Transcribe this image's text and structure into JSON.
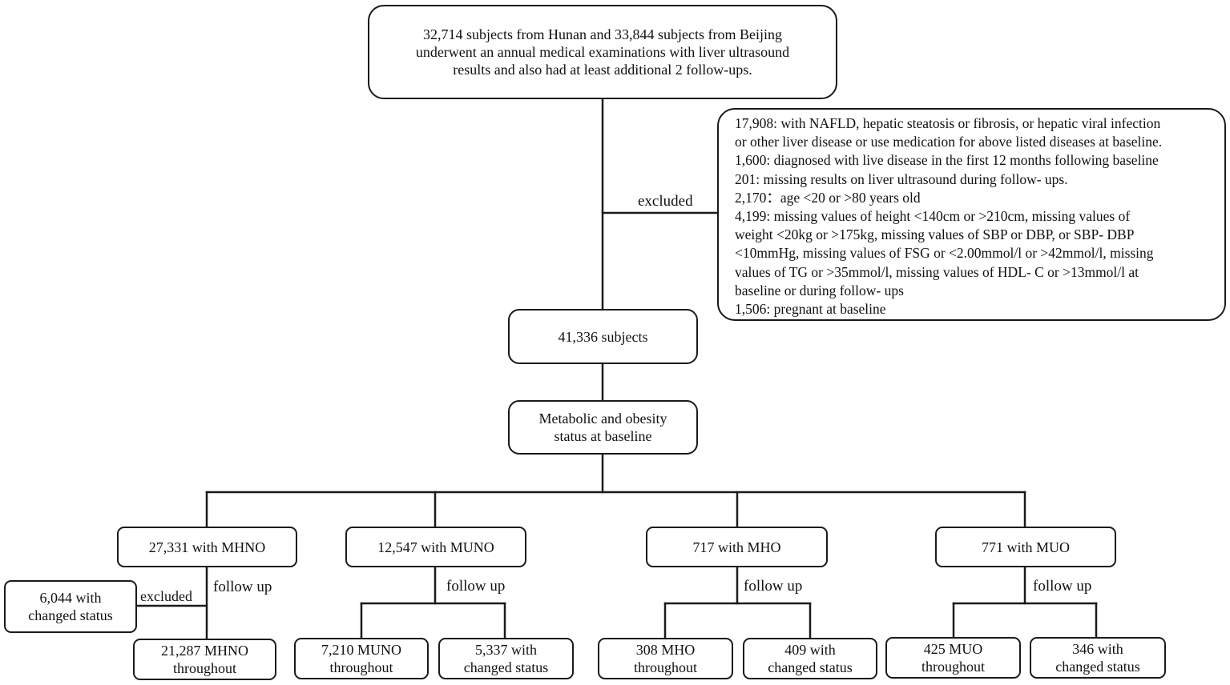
{
  "top_box": {
    "lines": [
      "32,714 subjects from Hunan and 33,844 subjects from Beijing",
      "underwent an annual medical examinations with liver ultrasound",
      "results and also had  at least additional 2 follow-ups."
    ]
  },
  "exclusion": {
    "label": "excluded",
    "lines": [
      "17,908: with NAFLD, hepatic steatosis or fibrosis, or hepatic viral infection",
      "or other liver disease or use medication for above listed diseases at baseline.",
      "1,600: diagnosed with live disease in the first 12 months following baseline",
      "201: missing results on liver ultrasound during follow- ups.",
      "2,170：age <20 or >80 years old",
      "4,199: missing values of height <140cm or >210cm, missing values of",
      "weight <20kg or >175kg, missing values of SBP or DBP, or SBP- DBP",
      "<10mmHg, missing values of FSG or <2.00mmol/l or >42mmol/l, missing",
      "values of TG or >35mmol/l, missing values of HDL- C or >13mmol/l at",
      "baseline or during follow- ups",
      "1,506: pregnant at baseline"
    ]
  },
  "subjects_box": {
    "text": "41,336 subjects"
  },
  "status_box": {
    "lines": [
      "Metabolic and obesity",
      "status at baseline"
    ]
  },
  "groups": {
    "mhno": {
      "title": "27,331 with MHNO",
      "follow_label": "follow up",
      "excluded_label": "excluded",
      "changed_lines": [
        "6,044 with",
        "changed status"
      ],
      "throughout_lines": [
        "21,287 MHNO",
        "throughout"
      ]
    },
    "muno": {
      "title": "12,547 with MUNO",
      "follow_label": "follow up",
      "throughout_lines": [
        "7,210 MUNO",
        "throughout"
      ],
      "changed_lines": [
        "5,337 with",
        "changed status"
      ]
    },
    "mho": {
      "title": "717 with MHO",
      "follow_label": "follow up",
      "throughout_lines": [
        "308 MHO",
        "throughout"
      ],
      "changed_lines": [
        "409 with",
        "changed status"
      ]
    },
    "muo": {
      "title": "771 with MUO",
      "follow_label": "follow up",
      "throughout_lines": [
        "425 MUO",
        "throughout"
      ],
      "changed_lines": [
        "346 with",
        "changed status"
      ]
    }
  }
}
